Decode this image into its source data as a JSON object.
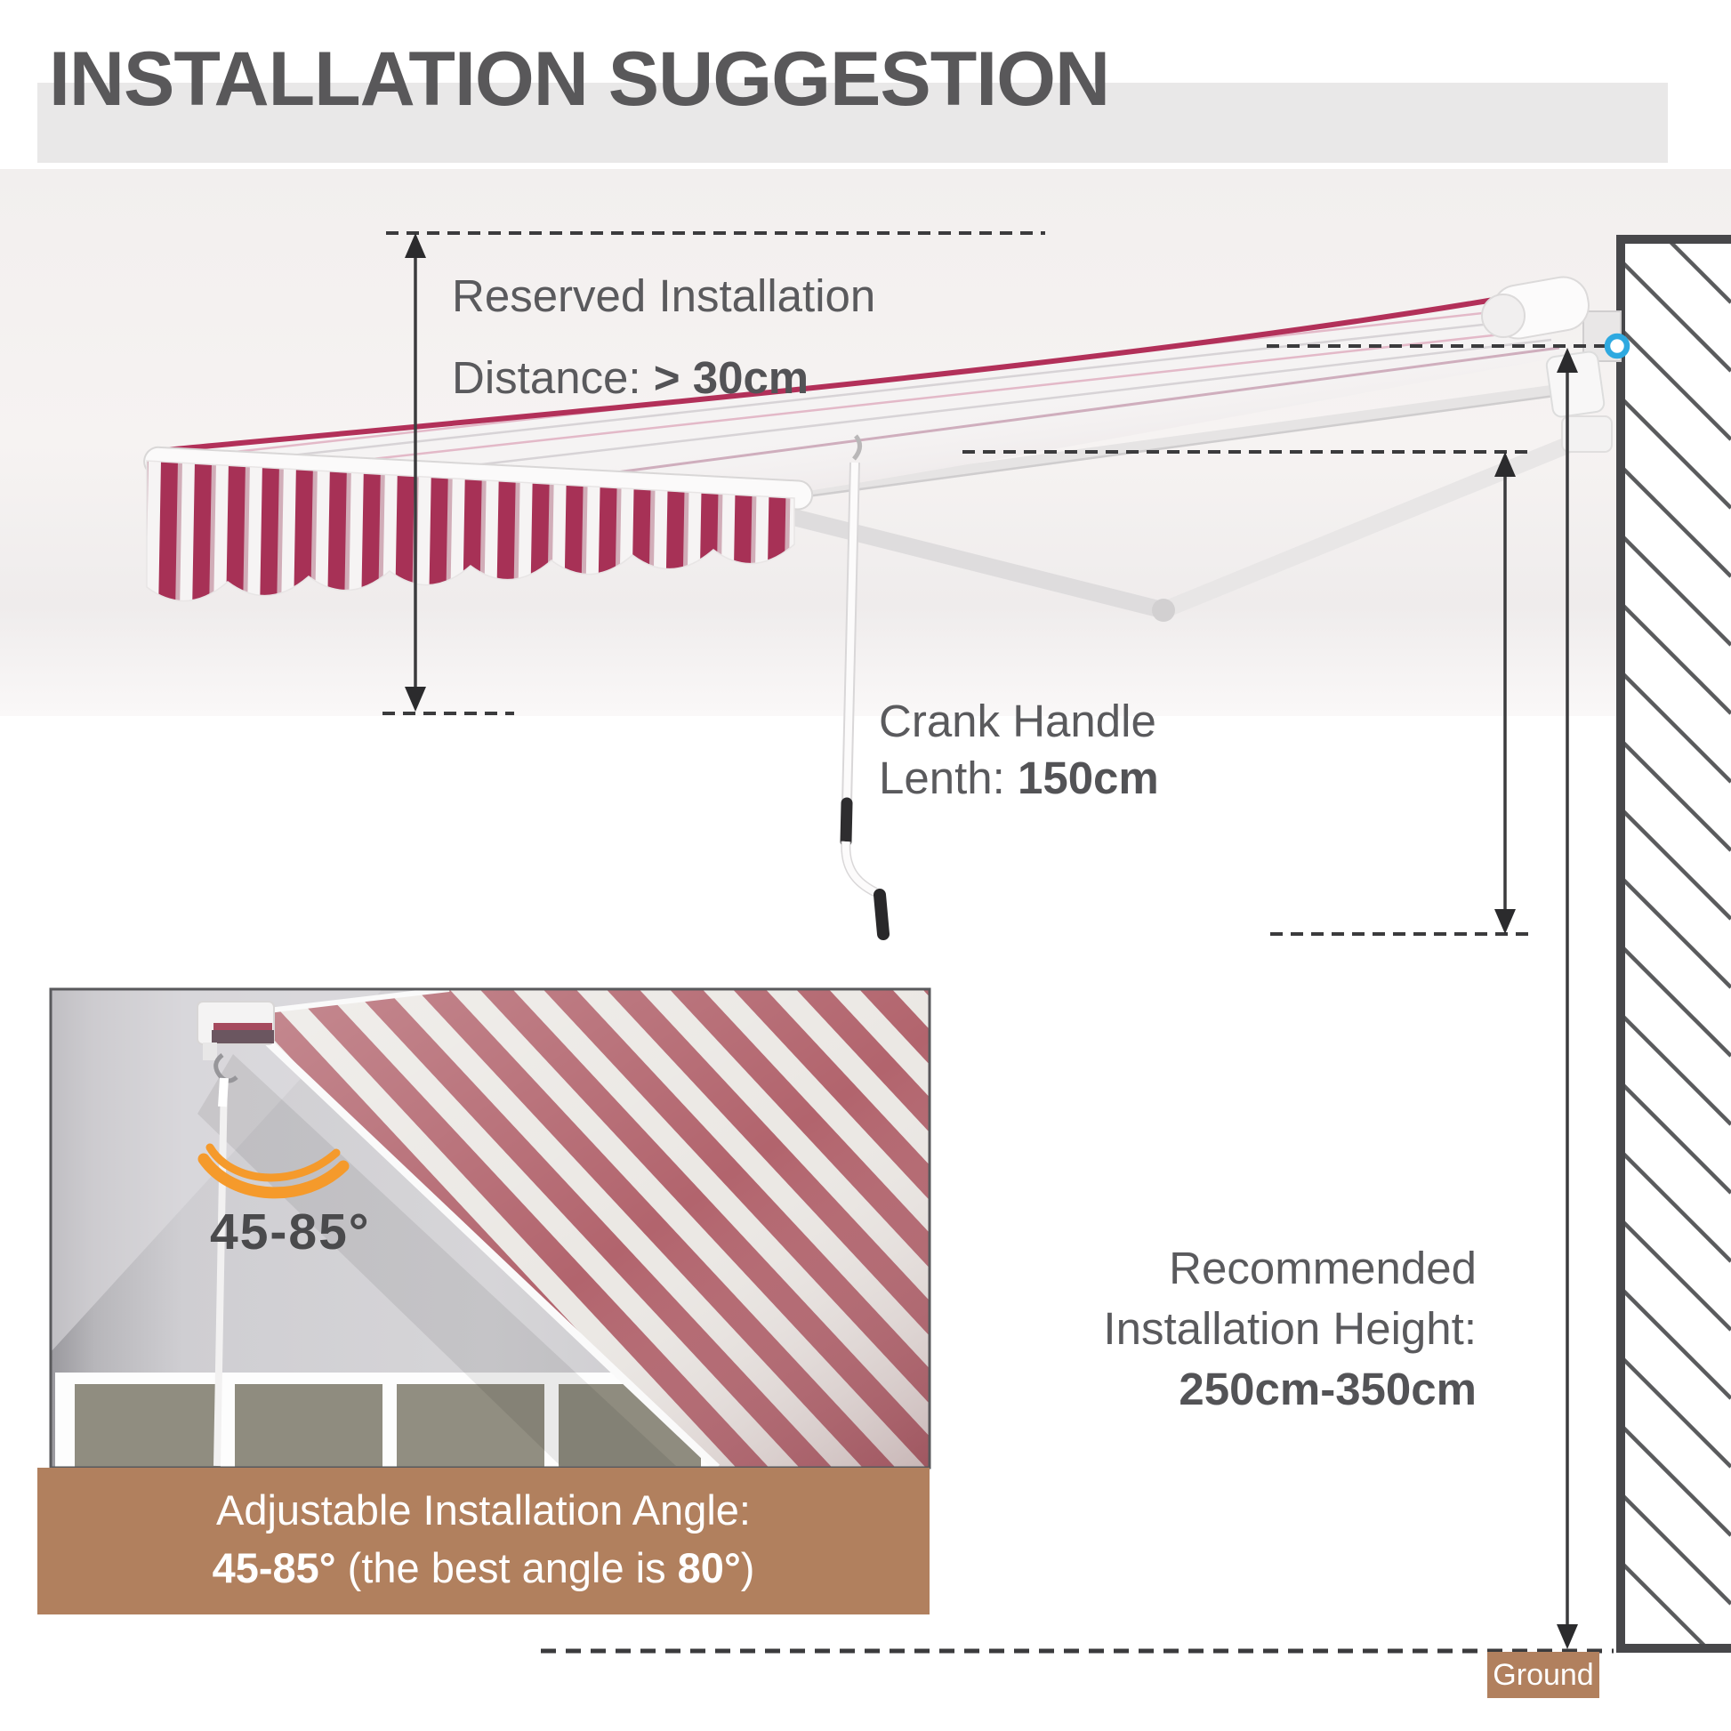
{
  "title": {
    "text": "INSTALLATION SUGGESTION"
  },
  "annotations": {
    "reserved": {
      "line1": "Reserved Installation",
      "label": "Distance: ",
      "value": "> 30cm"
    },
    "crank": {
      "line1": "Crank Handle",
      "label": "Lenth: ",
      "value": "150cm"
    },
    "height": {
      "line1": "Recommended",
      "line2": "Installation Height:",
      "line3": "250cm-350cm"
    },
    "angle_badge": "45-85°",
    "ground": "Ground"
  },
  "caption": {
    "line1": "Adjustable Installation Angle:",
    "line2_value1": "45-85°",
    "line2_text1": " (the best angle is ",
    "line2_value2": "80°",
    "line2_text2": ")"
  },
  "colors": {
    "accent_brown": "#b1805e",
    "valance_red": "#a73156",
    "fabric_edge_magenta": "#b23059",
    "inset_stripe_red": "#b2646d",
    "arc_orange": "#f59a2b",
    "marker_blue": "#2ea9e0",
    "title_gray": "#59585a",
    "text_gray": "#5a5a5d"
  }
}
